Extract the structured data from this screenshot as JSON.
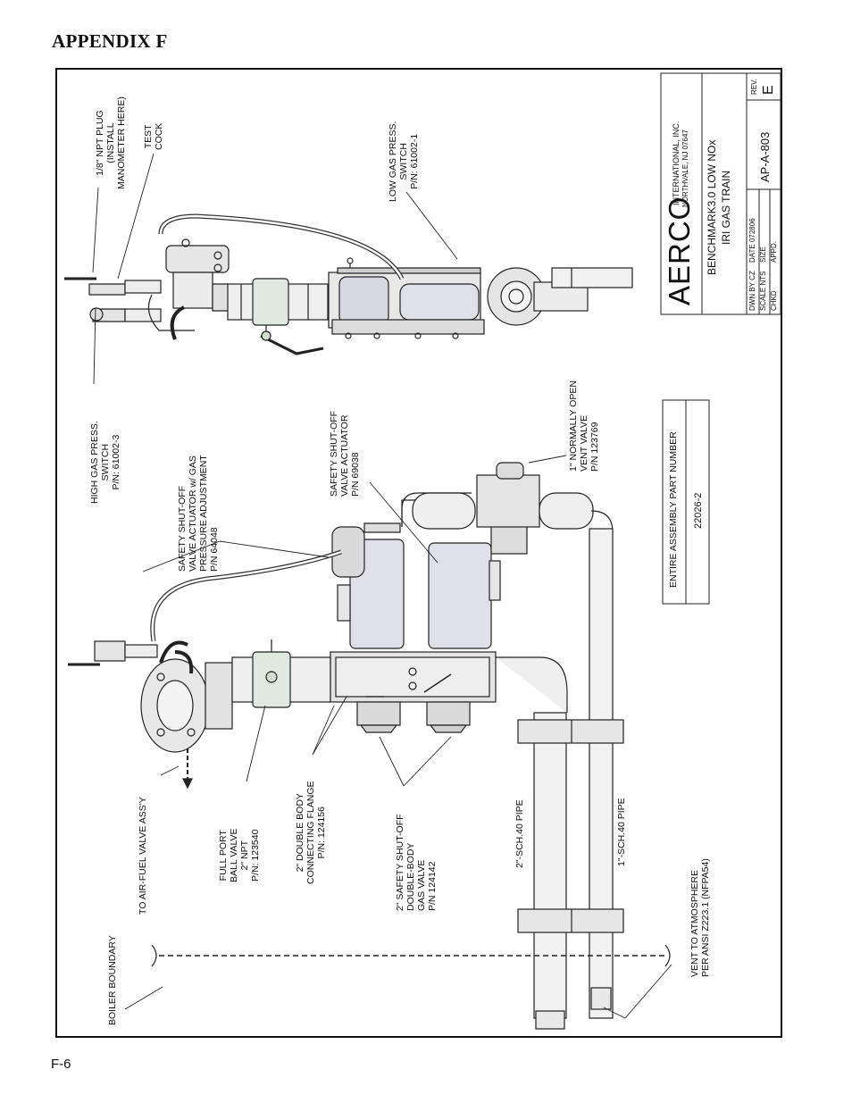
{
  "page": {
    "heading": "APPENDIX F",
    "footer": "F-6"
  },
  "labels": {
    "npt_plug": [
      "1/8\" NPT PLUG",
      "(INSTALL",
      "MANOMETER HERE)"
    ],
    "test_cock": [
      "TEST",
      "COCK"
    ],
    "low_gas_switch": [
      "LOW GAS PRESS.",
      "SWITCH",
      "P/N: 61002-1"
    ],
    "high_gas_switch": [
      "HIGH GAS PRESS.",
      "SWITCH",
      "P/N: 61002-3"
    ],
    "actuator_pressure": [
      "SAFETY SHUT-OFF",
      "VALVE ACTUATOR w/ GAS",
      "PRESSURE ADJUSTMENT",
      "P/N 64048"
    ],
    "actuator": [
      "SAFETY SHUT-OFF",
      "VALVE ACTUATOR",
      "P/N 69038"
    ],
    "vent_valve": [
      "1\" NORMALLY OPEN",
      "VENT VALVE",
      "P/N 123769"
    ],
    "ball_valve": [
      "FULL PORT",
      "BALL VALVE",
      "2\" NPT",
      "P/N: 123540"
    ],
    "flange": [
      "2\" DOUBLE BODY",
      "CONNECTING FLANGE",
      "P/N: 124156"
    ],
    "gas_valve": [
      "2\" SAFETY SHUT-OFF",
      "DOUBLE-BODY",
      "GAS VALVE",
      "P/N 124142"
    ],
    "pipe_2in": "2\"-SCH.40 PIPE",
    "pipe_1in": "1\"-SCH.40 PIPE",
    "air_fuel": "TO AIR-FUEL VALVE ASS'Y",
    "boiler_boundary": "BOILER BOUNDARY",
    "vent_atmosphere": [
      "VENT TO ATMOSPHERE",
      "PER ANSI Z223.1 (NFPA54)"
    ]
  },
  "assembly_box": {
    "header": "ENTIRE ASSEMBLY PART NUMBER",
    "number": "22026-2"
  },
  "title_block": {
    "company": "AERCO",
    "company_full": "INTERNATIONAL, INC.",
    "address": "NORTHVALE, NJ  07647",
    "title_line1": "BENCHMARK3.0 LOW NOx",
    "title_line2": "IRI GAS TRAIN",
    "dwn_by": "DWN BY  CZ",
    "date": "DATE  072806",
    "scale": "SCALE   NTS",
    "size": "SIZE",
    "chkd": "CHKD",
    "appd": "APPD.",
    "drawing_number": "AP-A-803",
    "rev_label": "REV.",
    "rev": "E"
  }
}
